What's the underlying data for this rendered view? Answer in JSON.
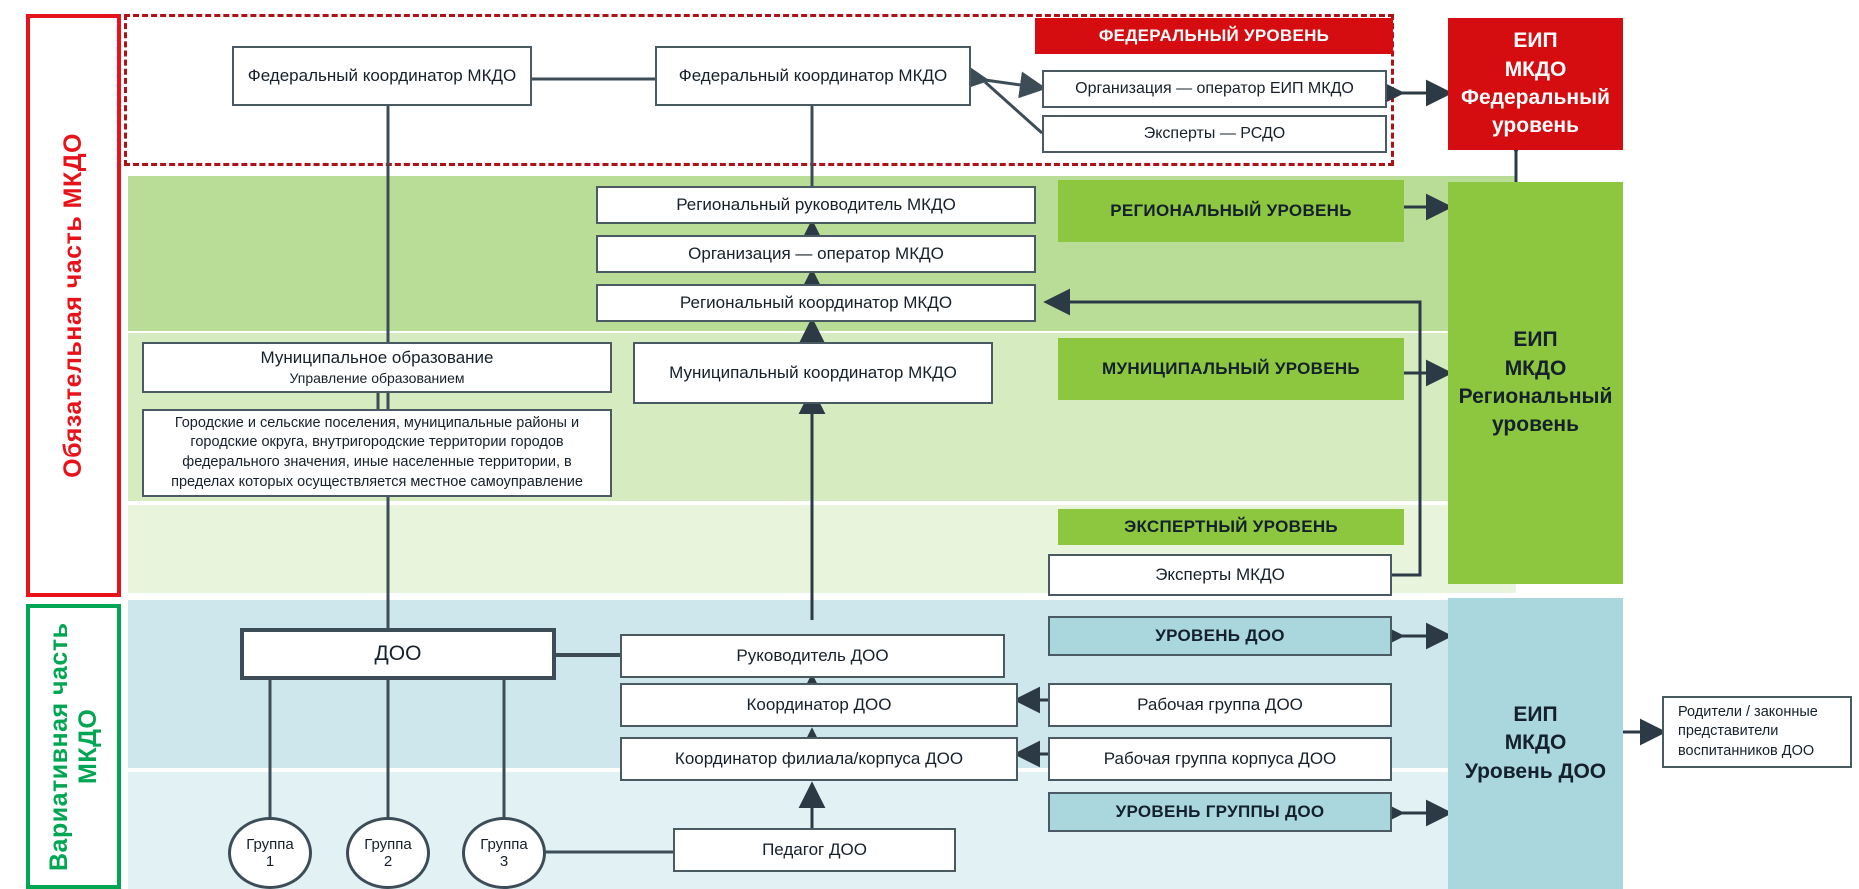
{
  "side_labels": {
    "mandatory": "Обязательная часть МКДО",
    "variable": "Вариативная часть МКДО"
  },
  "level_headers": {
    "federal": "ФЕДЕРАЛЬНЫЙ УРОВЕНЬ",
    "regional": "РЕГИОНАЛЬНЫЙ УРОВЕНЬ",
    "municipal": "МУНИЦИПАЛЬНЫЙ УРОВЕНЬ",
    "expert": "ЭКСПЕРТНЫЙ УРОВЕНЬ",
    "doo": "УРОВЕНЬ ДОО",
    "group": "УРОВЕНЬ ГРУППЫ ДОО"
  },
  "federal": {
    "coordinator_left": "Федеральный координатор МКДО",
    "coordinator_right": "Федеральный координатор МКДО",
    "operator": "Организация — оператор ЕИП МКДО",
    "experts": "Эксперты — РСДО"
  },
  "regional": {
    "head": "Региональный руководитель МКДО",
    "operator": "Организация — оператор МКДО",
    "coordinator": "Региональный координатор МКДО"
  },
  "municipal": {
    "education_title": "Муниципальное образование",
    "education_sub": "Управление образованием",
    "note": "Городские и сельские поселения, муниципальные районы и городские округа, внутригородские территории городов федерального значения, иные населенные территории, в пределах которых осуществляется местное самоуправление",
    "coordinator": "Муниципальный координатор МКДО"
  },
  "expert": {
    "experts": "Эксперты МКДО"
  },
  "doo": {
    "org": "ДОО",
    "head": "Руководитель ДОО",
    "coordinator": "Координатор ДОО",
    "branch_coordinator": "Координатор филиала/корпуса ДОО",
    "work_group": "Рабочая группа ДОО",
    "branch_work_group": "Рабочая группа корпуса ДОО",
    "teacher": "Педагог ДОО"
  },
  "groups": [
    {
      "name": "Группа",
      "number": "1"
    },
    {
      "name": "Группа",
      "number": "2"
    },
    {
      "name": "Группа",
      "number": "3"
    }
  ],
  "eip": {
    "federal": {
      "line1": "ЕИП",
      "line2": "МКДО",
      "line3": "Федеральный",
      "line4": "уровень"
    },
    "regional": {
      "line1": "ЕИП",
      "line2": "МКДО",
      "line3": "Региональный",
      "line4": "уровень"
    },
    "doo": {
      "line1": "ЕИП",
      "line2": "МКДО",
      "line3": "Уровень ДОО"
    }
  },
  "parents": {
    "line1": "Родители / законные",
    "line2": "представители",
    "line3": "воспитанников ДОО"
  },
  "colors": {
    "federal_red": "#d50c10",
    "side_red": "#e8131a",
    "side_green": "#00a651",
    "ribbon_green": "#8dc63f",
    "band_green_dark": "#b9dd97",
    "band_green_light": "#d6ecc0",
    "band_green_pale": "#e9f4dd",
    "band_blue": "#cde7ec",
    "band_blue_light": "#e2f2f4",
    "node_border": "#4a5a63",
    "connector": "#3d4d58"
  }
}
